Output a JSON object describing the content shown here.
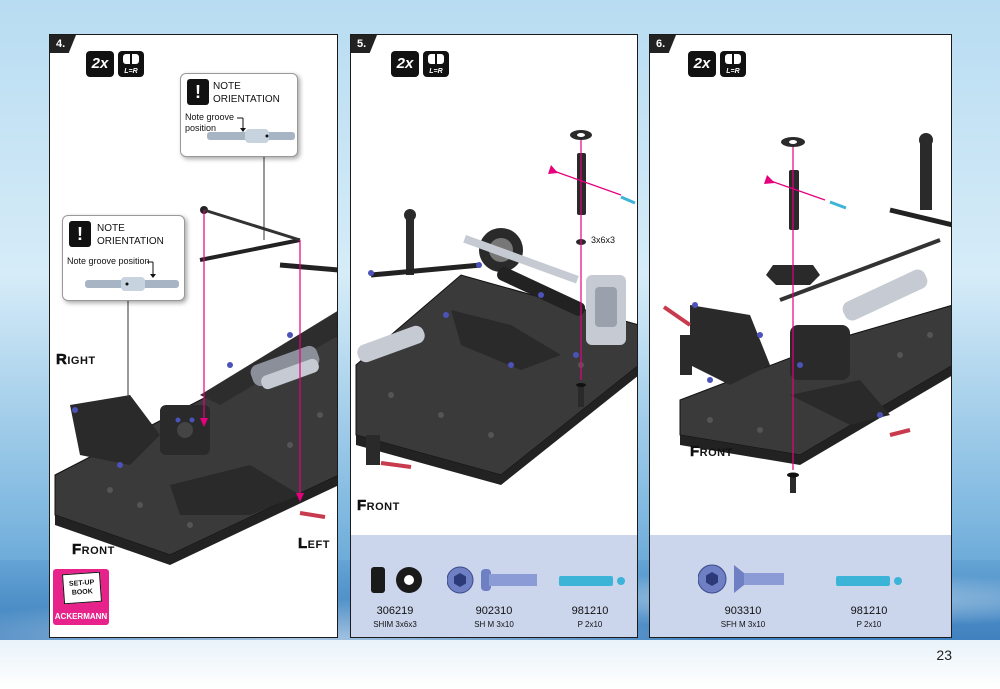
{
  "page": {
    "number": "23"
  },
  "steps": [
    {
      "number": "4.",
      "qty_badge": "2x",
      "lr_badge": "L=R",
      "notes": [
        {
          "title_line1": "NOTE",
          "title_line2": "ORIENTATION",
          "label_line1": "Note groove",
          "label_line2": "position"
        },
        {
          "title_line1": "NOTE",
          "title_line2": "ORIENTATION",
          "label_line1": "Note groove position"
        }
      ],
      "direction_labels": {
        "right": {
          "cap": "R",
          "rest": "IGHT"
        },
        "front": {
          "cap": "F",
          "rest": "RONT"
        },
        "left": {
          "cap": "L",
          "rest": "EFT"
        }
      },
      "setup_badge": {
        "book_line1": "SET-UP",
        "book_line2": "BOOK",
        "label": "ACKERMANN"
      }
    },
    {
      "number": "5.",
      "qty_badge": "2x",
      "lr_badge": "L=R",
      "callout": "3x6x3",
      "direction_labels": {
        "front": {
          "cap": "F",
          "rest": "RONT"
        }
      },
      "parts": [
        {
          "code": "306219",
          "desc": "SHIM 3x6x3"
        },
        {
          "code": "902310",
          "desc": "SH M 3x10"
        },
        {
          "code": "981210",
          "desc": "P 2x10"
        }
      ]
    },
    {
      "number": "6.",
      "qty_badge": "2x",
      "lr_badge": "L=R",
      "direction_labels": {
        "front": {
          "cap": "F",
          "rest": "RONT"
        }
      },
      "parts": [
        {
          "code": "903310",
          "desc": "SFH M 3x10"
        },
        {
          "code": "981210",
          "desc": "P 2x10"
        }
      ]
    }
  ],
  "colors": {
    "panel_border": "#1b1b1b",
    "parts_strip": "#cbd5ec",
    "guide_line": "#e6007e",
    "carbon": "#3a3a3a",
    "silver": "#b8bec8",
    "blue_pin": "#3cb4d8",
    "setup_badge": "#e7238b"
  },
  "icons": [
    "warning-icon",
    "left-equals-right-icon"
  ]
}
